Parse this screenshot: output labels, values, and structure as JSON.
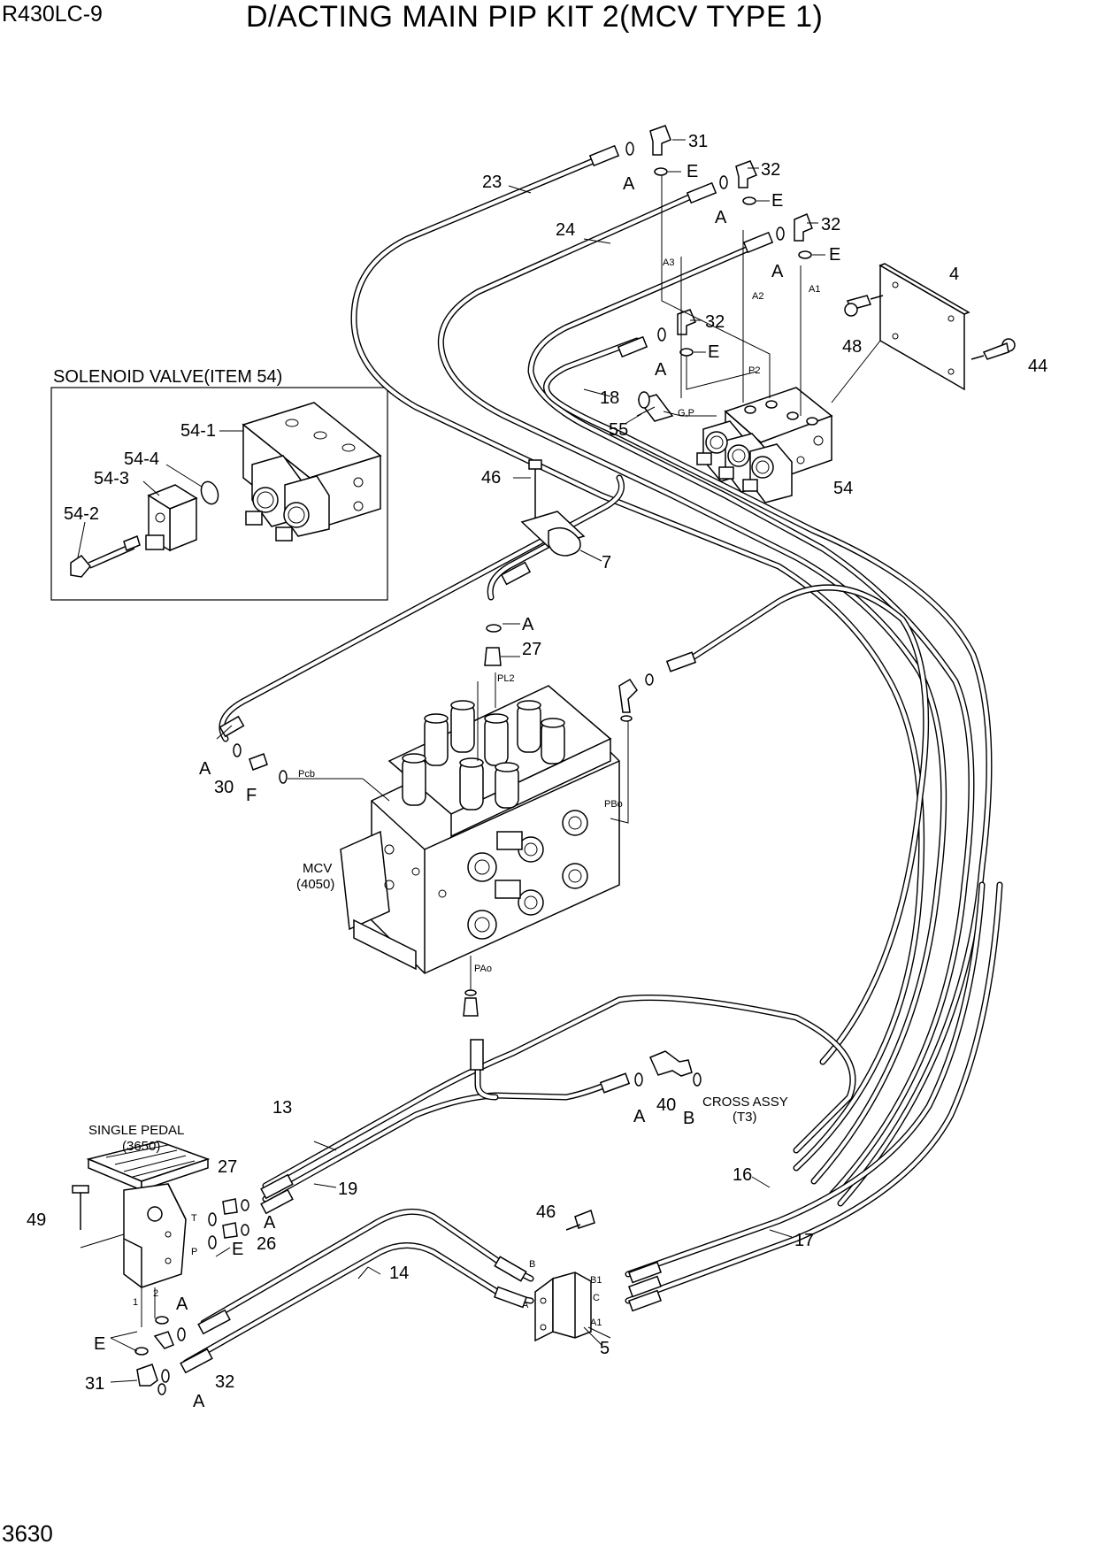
{
  "header": {
    "model": "R430LC-9",
    "title": "D/ACTING MAIN PIP KIT 2(MCV TYPE 1)"
  },
  "footer": {
    "page_number": "3630"
  },
  "inset": {
    "title": "SOLENOID VALVE(ITEM 54)"
  },
  "annotations": {
    "mcv_name": "MCV",
    "mcv_ref": "(4050)",
    "pedal_name": "SINGLE PEDAL",
    "pedal_ref": "(3650)",
    "cross_name": "CROSS ASSY",
    "cross_ref": "(T3)"
  },
  "ports": {
    "a3": "A3",
    "a2": "A2",
    "a1": "A1",
    "p2": "P2",
    "gp": "G,P",
    "pl2": "PL2",
    "pcb": "Pcb",
    "pbo": "PBo",
    "pao": "PAo",
    "b": "B",
    "a": "A",
    "b1": "B1",
    "c": "C",
    "a1_lower": "A1",
    "t": "T",
    "p": "P",
    "one": "1",
    "two": "2"
  },
  "parts": {
    "p31": "31",
    "p32": "32",
    "p23": "23",
    "p24": "24",
    "p4": "4",
    "p48": "48",
    "p44": "44",
    "p18": "18",
    "p55": "55",
    "p54": "54",
    "p46": "46",
    "p7": "7",
    "p27": "27",
    "p30": "30",
    "p13": "13",
    "p19": "19",
    "p16": "16",
    "p17": "17",
    "p40": "40",
    "p49": "49",
    "p26": "26",
    "p14": "14",
    "p5": "5",
    "p54_1": "54-1",
    "p54_2": "54-2",
    "p54_3": "54-3",
    "p54_4": "54-4",
    "a": "A",
    "b": "B",
    "e": "E",
    "f": "F"
  }
}
